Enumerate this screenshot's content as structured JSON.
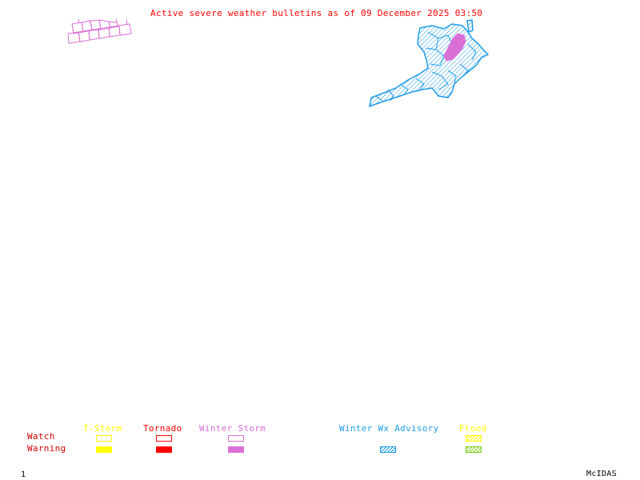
{
  "title": "Active severe weather bulletins as of 09 December 2025 03:50",
  "colors": {
    "title": "#ff0000",
    "row_label": "#cc0000",
    "tstorm": "#ffff00",
    "tornado": "#ff0000",
    "winter_storm": "#da70d6",
    "winter_wx_advisory": "#1e9be8",
    "flood_watch": "#ffff00",
    "flood_warning": "#7ccd1a"
  },
  "legend": {
    "rows": [
      "Watch",
      "Warning"
    ],
    "columns": [
      {
        "label": "T-Storm",
        "color_key": "tstorm",
        "watch": "outline",
        "warning": "fill"
      },
      {
        "label": "Tornado",
        "color_key": "tornado",
        "watch": "outline",
        "warning": "fill"
      },
      {
        "label": "Winter Storm",
        "color_key": "winter_storm",
        "watch": "outline",
        "warning": "fill"
      },
      {
        "label": "Winter Wx Advisory",
        "color_key": "winter_wx_advisory",
        "watch": null,
        "warning": "hatch"
      },
      {
        "label": "Flood",
        "color_key": "flood_watch",
        "watch": "hatch",
        "warning": "hatch"
      }
    ]
  },
  "map": {
    "areas": [
      {
        "type": "Winter Storm Watch",
        "region": "northwest",
        "style": "outline"
      },
      {
        "type": "Winter Wx Advisory",
        "region": "northeast",
        "style": "hatch"
      },
      {
        "type": "Winter Storm Warning",
        "region": "northeast",
        "style": "fill"
      }
    ]
  },
  "footer": {
    "frame_number": "1",
    "brand": "McIDAS"
  }
}
